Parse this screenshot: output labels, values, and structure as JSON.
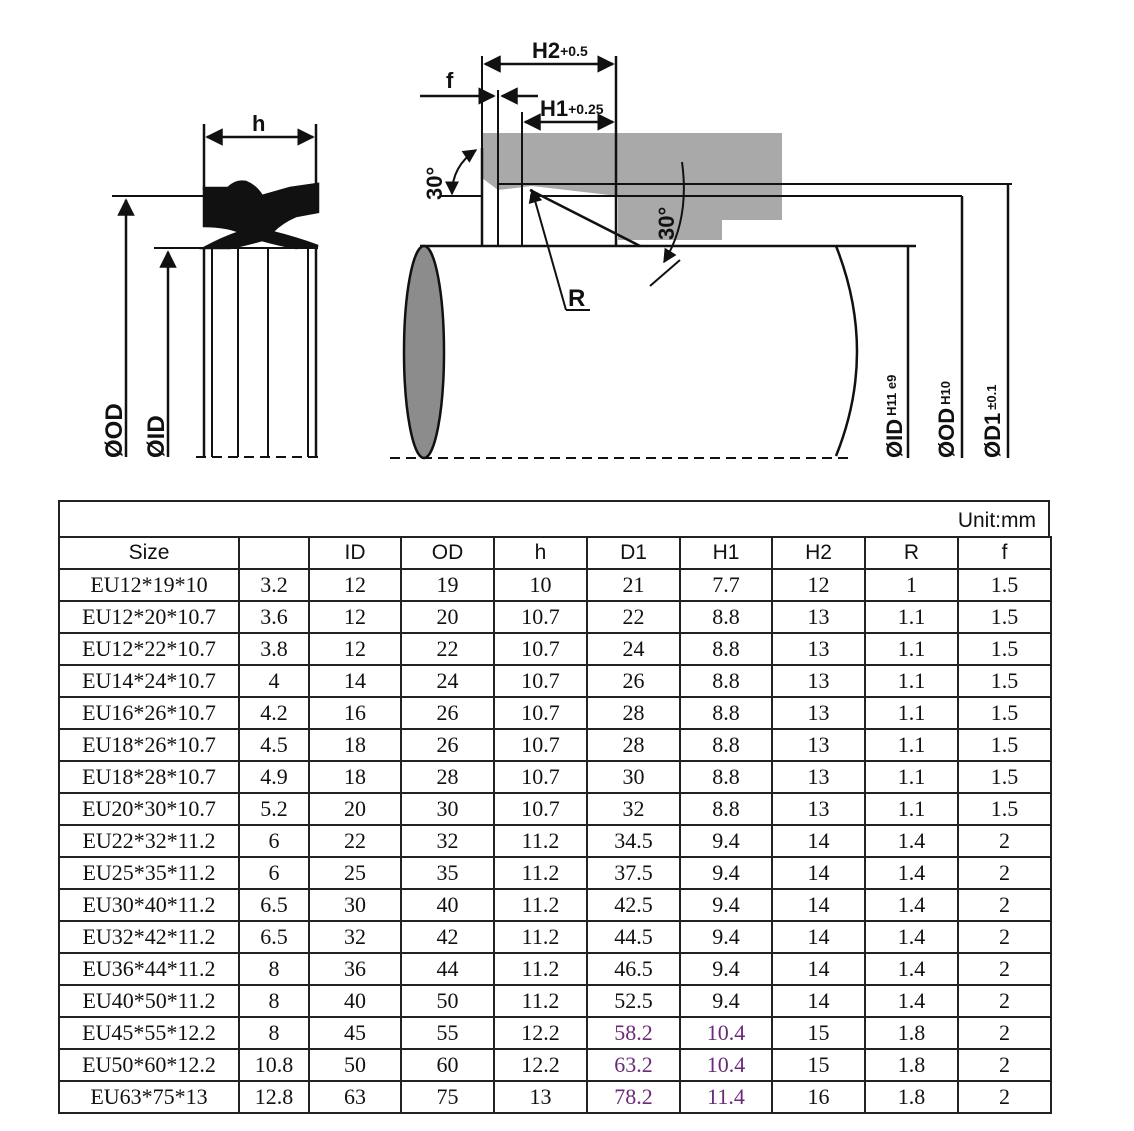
{
  "diagram": {
    "labels": {
      "h": "h",
      "od": "ØOD",
      "id": "ØID",
      "f": "f",
      "h2": "H2",
      "h2_tol": "+0.5",
      "h1": "H1",
      "h1_tol": "+0.25",
      "angle_top": "30°",
      "angle_bottom": "30°",
      "r": "R",
      "id_right": "ØID",
      "id_right_tol": "H11 e9",
      "od_right": "ØOD",
      "od_right_tol": "H10",
      "d1_right": "ØD1",
      "d1_right_tol": "±0.1"
    }
  },
  "unit_label": "Unit:mm",
  "table": {
    "headers": [
      "Size",
      "",
      "ID",
      "OD",
      "h",
      "D1",
      "H1",
      "H2",
      "R",
      "f"
    ],
    "rows": [
      [
        "EU12*19*10",
        "3.2",
        "12",
        "19",
        "10",
        "21",
        "7.7",
        "12",
        "1",
        "1.5"
      ],
      [
        "EU12*20*10.7",
        "3.6",
        "12",
        "20",
        "10.7",
        "22",
        "8.8",
        "13",
        "1.1",
        "1.5"
      ],
      [
        "EU12*22*10.7",
        "3.8",
        "12",
        "22",
        "10.7",
        "24",
        "8.8",
        "13",
        "1.1",
        "1.5"
      ],
      [
        "EU14*24*10.7",
        "4",
        "14",
        "24",
        "10.7",
        "26",
        "8.8",
        "13",
        "1.1",
        "1.5"
      ],
      [
        "EU16*26*10.7",
        "4.2",
        "16",
        "26",
        "10.7",
        "28",
        "8.8",
        "13",
        "1.1",
        "1.5"
      ],
      [
        "EU18*26*10.7",
        "4.5",
        "18",
        "26",
        "10.7",
        "28",
        "8.8",
        "13",
        "1.1",
        "1.5"
      ],
      [
        "EU18*28*10.7",
        "4.9",
        "18",
        "28",
        "10.7",
        "30",
        "8.8",
        "13",
        "1.1",
        "1.5"
      ],
      [
        "EU20*30*10.7",
        "5.2",
        "20",
        "30",
        "10.7",
        "32",
        "8.8",
        "13",
        "1.1",
        "1.5"
      ],
      [
        "EU22*32*11.2",
        "6",
        "22",
        "32",
        "11.2",
        "34.5",
        "9.4",
        "14",
        "1.4",
        "2"
      ],
      [
        "EU25*35*11.2",
        "6",
        "25",
        "35",
        "11.2",
        "37.5",
        "9.4",
        "14",
        "1.4",
        "2"
      ],
      [
        "EU30*40*11.2",
        "6.5",
        "30",
        "40",
        "11.2",
        "42.5",
        "9.4",
        "14",
        "1.4",
        "2"
      ],
      [
        "EU32*42*11.2",
        "6.5",
        "32",
        "42",
        "11.2",
        "44.5",
        "9.4",
        "14",
        "1.4",
        "2"
      ],
      [
        "EU36*44*11.2",
        "8",
        "36",
        "44",
        "11.2",
        "46.5",
        "9.4",
        "14",
        "1.4",
        "2"
      ],
      [
        "EU40*50*11.2",
        "8",
        "40",
        "50",
        "11.2",
        "52.5",
        "9.4",
        "14",
        "1.4",
        "2"
      ],
      [
        "EU45*55*12.2",
        "8",
        "45",
        "55",
        "12.2",
        "58.2",
        "10.4",
        "15",
        "1.8",
        "2"
      ],
      [
        "EU50*60*12.2",
        "10.8",
        "50",
        "60",
        "12.2",
        "63.2",
        "10.4",
        "15",
        "1.8",
        "2"
      ],
      [
        "EU63*75*13",
        "12.8",
        "63",
        "75",
        "13",
        "78.2",
        "11.4",
        "16",
        "1.8",
        "2"
      ]
    ]
  }
}
